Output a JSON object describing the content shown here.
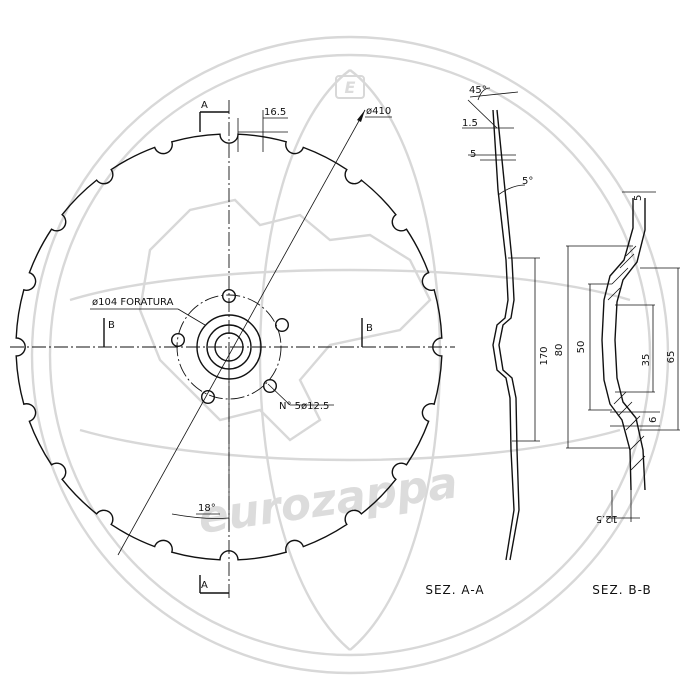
{
  "watermark": {
    "brand": "eurozappa",
    "logo_letter": "E"
  },
  "front_view": {
    "section_a_top": "A",
    "section_a_bottom": "A",
    "section_b_left": "B",
    "section_b_right": "B",
    "notch_width": "16.5",
    "diameter": "ø410",
    "bolt_circle": "ø104 FORATURA",
    "holes": "N° 5ø12.5",
    "notch_angle": "18°"
  },
  "section_aa": {
    "title": "SEZ. A-A",
    "bevel_angle": "45°",
    "bevel_land": "1.5",
    "edge_thickness": "5",
    "dish_angle": "5°",
    "hub_height": "170"
  },
  "section_bb": {
    "title": "SEZ. B-B",
    "top_dim": "5",
    "outer_dim": "80",
    "inner_dim": "50",
    "hole_dim": "35",
    "hub_dim": "65",
    "wall_dim": "6",
    "bottom_dim": "12.5"
  }
}
